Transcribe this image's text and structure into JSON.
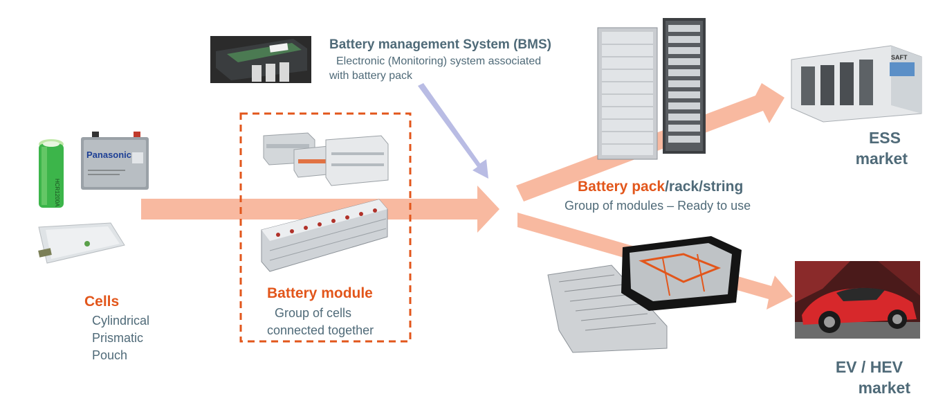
{
  "cells": {
    "title": "Cells",
    "items": [
      "Cylindrical",
      "Prismatic",
      "Pouch"
    ],
    "brand": "Panasonic"
  },
  "module": {
    "title": "Battery module",
    "desc_line1": "Group of cells",
    "desc_line2": "connected together"
  },
  "bms": {
    "title": "Battery management System (BMS)",
    "desc_line1": "Electronic (Monitoring) system associated",
    "desc_line2": "with battery pack"
  },
  "pack": {
    "title_part1": "Battery pack",
    "title_part2": "/rack/string",
    "desc": "Group of modules – Ready to use"
  },
  "ess": {
    "line1": "ESS",
    "line2": "market",
    "brand": "SAFT"
  },
  "ev": {
    "line1": "EV / HEV",
    "line2": "market"
  },
  "colors": {
    "accent_orange": "#e2561b",
    "label_slate": "#4f6a78",
    "arrow_salmon": "#f8b9a0",
    "arrow_lavender": "#b9bce4"
  }
}
